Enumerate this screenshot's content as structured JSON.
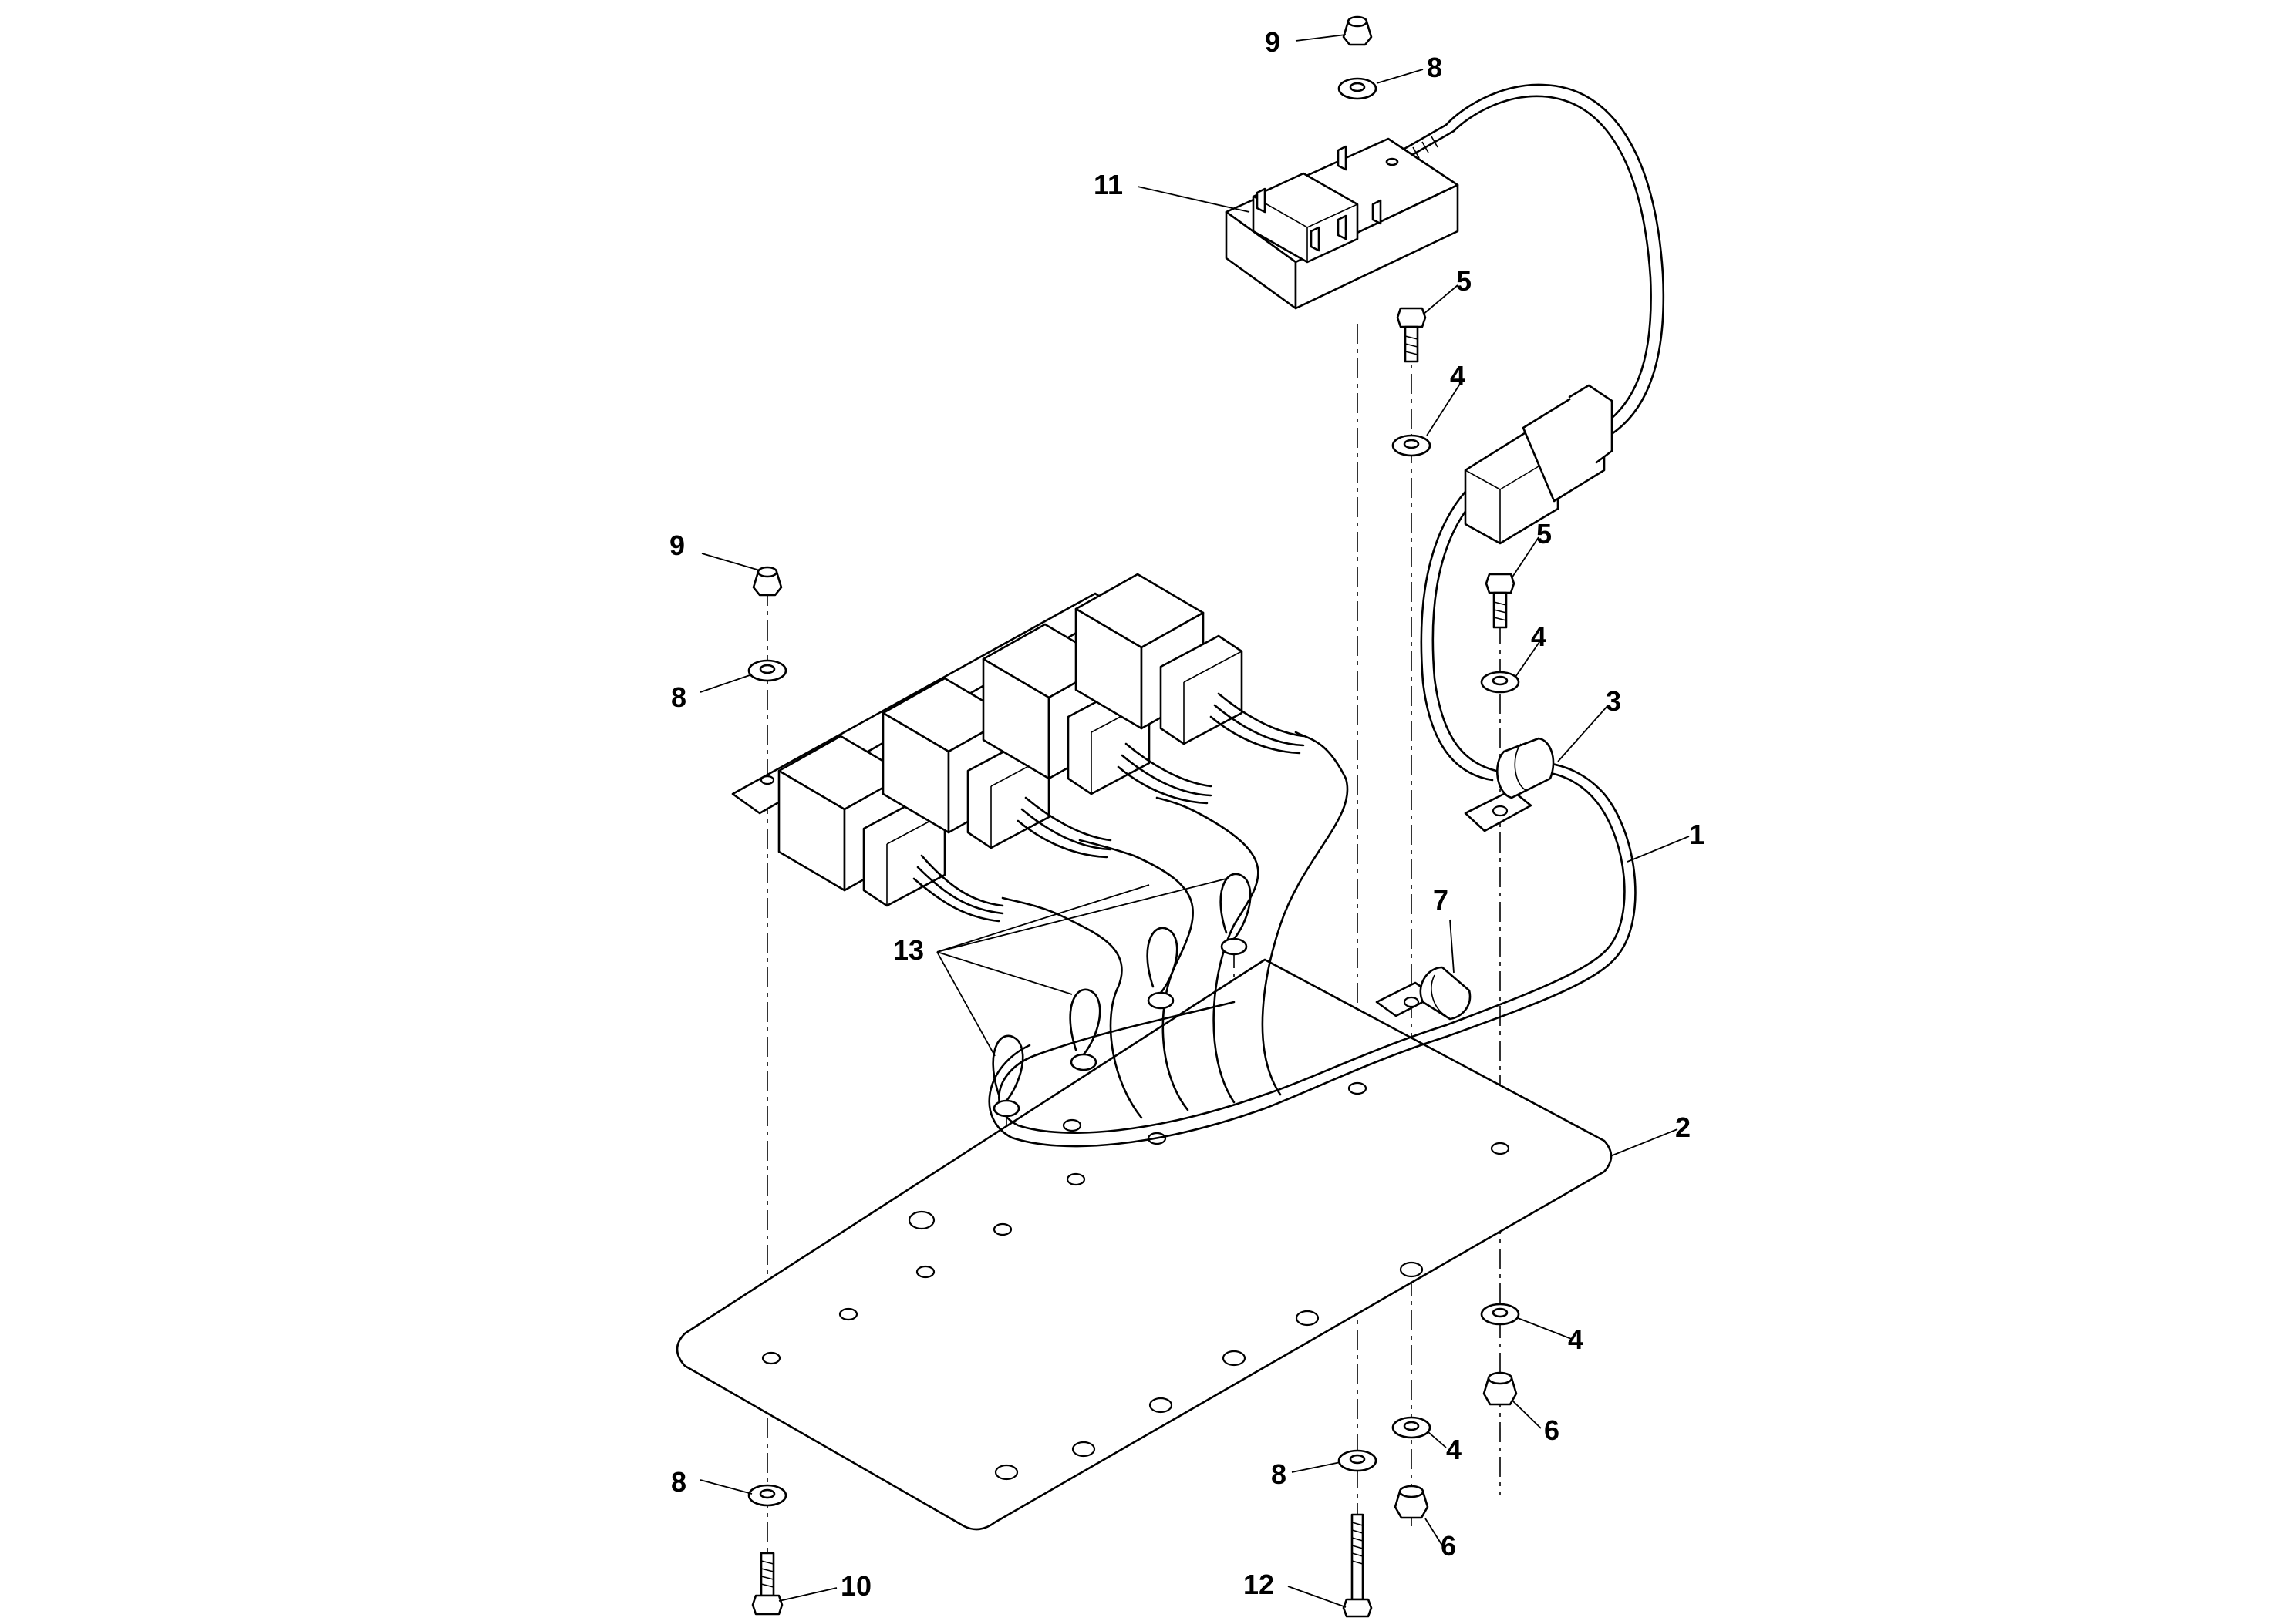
{
  "callouts": {
    "c1": "1",
    "c2": "2",
    "c3": "3",
    "c4a": "4",
    "c4b": "4",
    "c4c": "4",
    "c4d": "4",
    "c5a": "5",
    "c5b": "5",
    "c6a": "6",
    "c6b": "6",
    "c7": "7",
    "c8a": "8",
    "c8b": "8",
    "c8c": "8",
    "c8d": "8",
    "c9a": "9",
    "c9b": "9",
    "c10": "10",
    "c11": "11",
    "c12": "12",
    "c13": "13"
  }
}
